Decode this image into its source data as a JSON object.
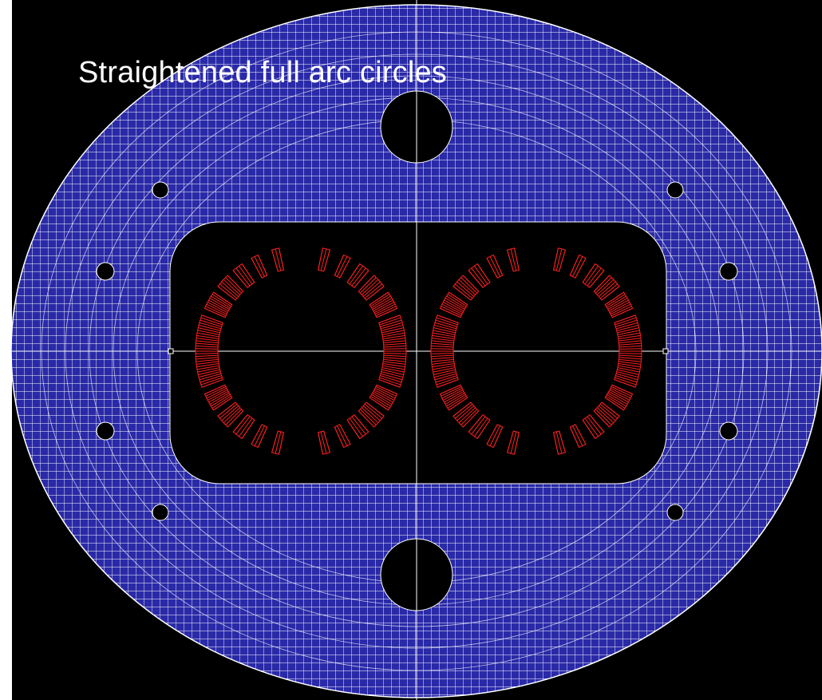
{
  "title": "Straightened full arc circles",
  "colors": {
    "background": "#000000",
    "yoke_fill": "#2a2aa8",
    "mesh_lines": "#ffffff",
    "coil_blocks": "#ff2020",
    "axis_lines": "#ffffff",
    "frame_border": "#ffffff"
  },
  "diagram": {
    "type": "finite-element-mesh",
    "yoke_shape": "circular",
    "aperture_count": 2,
    "mounting_holes_small": 8,
    "mounting_holes_large": 2
  }
}
